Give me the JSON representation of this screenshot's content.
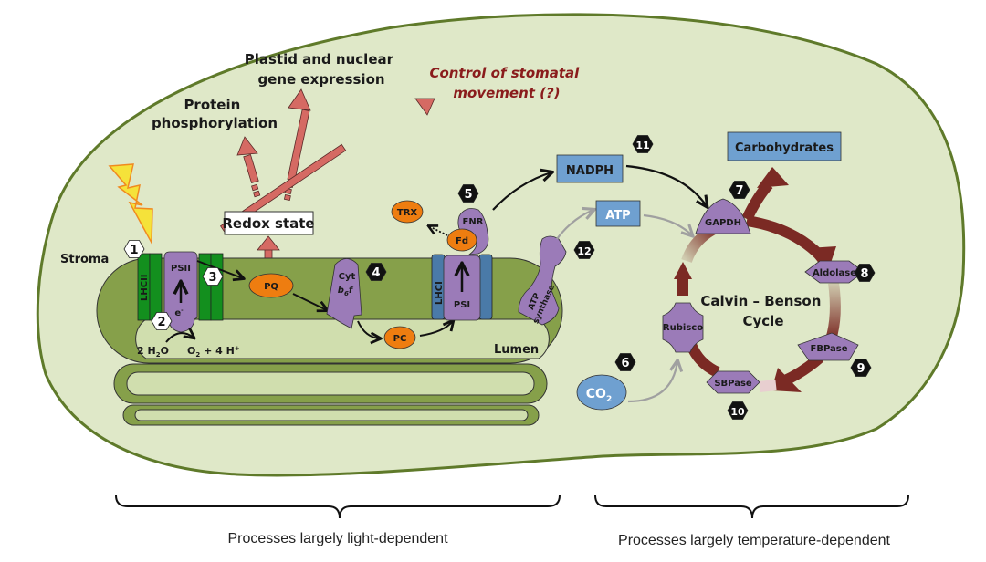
{
  "title": "Chloroplast light and temperature dependent processes",
  "colors": {
    "cell_fill": "#dfe8c8",
    "cell_stroke": "#5f7a2a",
    "thylakoid_outer": "#86a04a",
    "thylakoid_inner": "#d0deae",
    "lhcii_green": "#138f1e",
    "lhci_blue": "#4a7aa8",
    "protein_purple": "#9b7bb8",
    "carrier_orange": "#ee7d10",
    "box_blue": "#6fa0d0",
    "signal_red": "#d56a63",
    "cycle_brown": "#7b2a24",
    "stomatal_text": "#8a1c1c",
    "badge_black": "#111111"
  },
  "signals": {
    "protein_phosphorylation": [
      "Protein",
      "phosphorylation"
    ],
    "gene_expression": [
      "Plastid and nuclear",
      "gene expression"
    ],
    "stomatal": [
      "Control of stomatal",
      "movement (?)"
    ],
    "redox_state": "Redox state"
  },
  "compartments": {
    "stroma": "Stroma",
    "lumen": "Lumen"
  },
  "complexes": {
    "lhcii": "LHCII",
    "psii": "PSII",
    "electron": "e",
    "electron_sup": "-",
    "pq": "PQ",
    "cyt_line1": "Cyt",
    "cyt_b": "b",
    "cyt_sub": "6",
    "cyt_f": "f",
    "pc": "PC",
    "lhci": "LHCI",
    "psi": "PSI",
    "fd": "Fd",
    "fnr": "FNR",
    "trx": "TRX",
    "atp_synthase": [
      "ATP",
      "synthase"
    ]
  },
  "water_reaction": {
    "reactant": "2 H",
    "reactant_sub": "2",
    "reactant_end": "O",
    "product": "O",
    "product_sub": "2",
    "product_end": " + 4 H",
    "product_sup": "+"
  },
  "products": {
    "nadph": "NADPH",
    "atp": "ATP",
    "carbohydrates": "Carbohydrates",
    "co2": "CO",
    "co2_sub": "2"
  },
  "calvin_cycle": {
    "title_line1": "Calvin – Benson",
    "title_line2": "Cycle",
    "enzymes": {
      "gapdh": "GAPDH",
      "aldolase": "Aldolase",
      "fbpase": "FBPase",
      "sbpase": "SBPase",
      "rubisco": "Rubisco"
    }
  },
  "badges": {
    "white": [
      "1",
      "2",
      "3"
    ],
    "black": [
      "4",
      "5",
      "6",
      "7",
      "8",
      "9",
      "10",
      "11",
      "12"
    ]
  },
  "captions": {
    "light": "Processes largely light-dependent",
    "temperature": "Processes largely temperature-dependent"
  }
}
